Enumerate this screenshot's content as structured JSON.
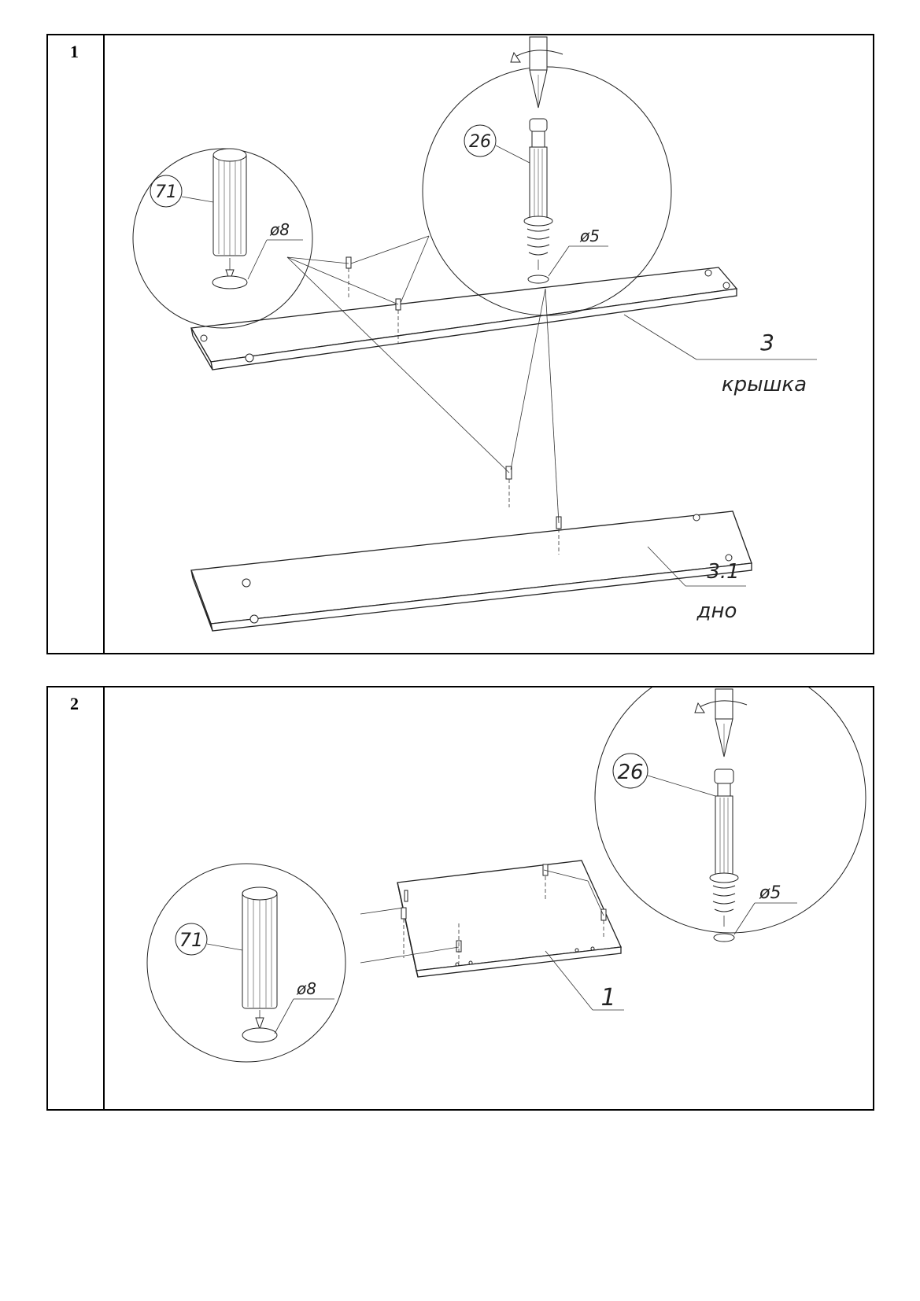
{
  "steps": [
    {
      "number": "1",
      "callouts": {
        "dowel": "71",
        "dowel_hole": "ø8",
        "confirmat": "26",
        "confirmat_hole": "ø5",
        "top_board_number": "3",
        "top_board_name": "крышка",
        "bottom_board_number": "3.1",
        "bottom_board_name": "дно"
      }
    },
    {
      "number": "2",
      "callouts": {
        "dowel": "71",
        "dowel_hole": "ø8",
        "confirmat": "26",
        "confirmat_hole": "ø5",
        "board_number": "1"
      }
    }
  ]
}
